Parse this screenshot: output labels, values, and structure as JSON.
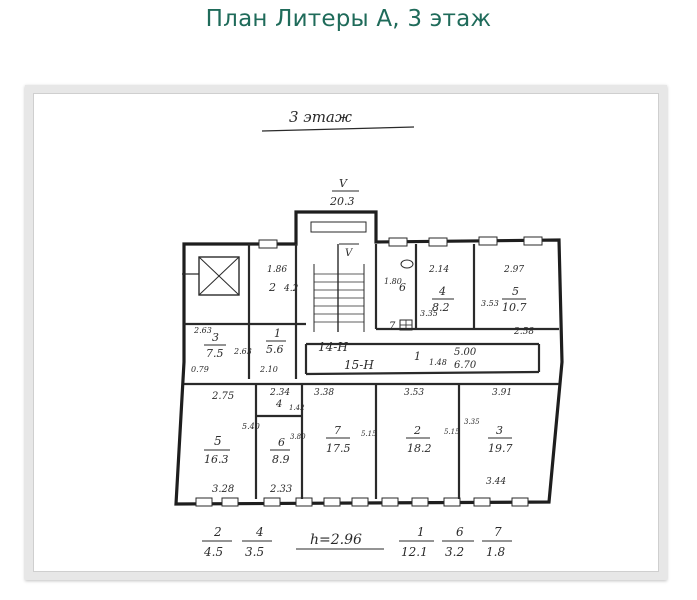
{
  "page": {
    "title": "План Литеры А, 3 этаж"
  },
  "plan": {
    "floor_label": "3 этаж",
    "stair_top": {
      "num": "V",
      "den": "20.3"
    },
    "stair_mid": "V",
    "rooms": {
      "r2_top": {
        "num": "2",
        "den": "4.2",
        "dim": "1.86"
      },
      "r1": {
        "num": "1",
        "den": "5.6"
      },
      "r3": {
        "num": "3",
        "den": "7.5",
        "dim_a": "2.63",
        "dim_b": "2.63",
        "dim_c": "0.79",
        "dim_d": "2.10"
      },
      "corr_14": "14-Н",
      "corr_15": "15-Н",
      "r6_top": {
        "num": "6",
        "dim": "1.80"
      },
      "r7_small": "7",
      "r4_top": {
        "num": "4",
        "den": "8.2",
        "dim": "2.14",
        "side": "3.35"
      },
      "r5_top": {
        "num": "5",
        "den": "10.7",
        "dim": "2.97",
        "side": "3.53",
        "dim_b": "2.58"
      },
      "corr_1": {
        "num": "1",
        "dim_a": "5.00",
        "dim_b": "6.70",
        "dim_c": "1.48"
      },
      "r5_bottom": {
        "num": "5",
        "den": "16.3",
        "top": "2.75",
        "side": "5.40",
        "bottom": "3.28"
      },
      "r4_bottom": {
        "num": "4",
        "top": "2.34",
        "side": "1.42"
      },
      "r6_bottom": {
        "num": "6",
        "den": "8.9",
        "side": "3.80",
        "bottom": "2.33"
      },
      "r7_bottom": {
        "num": "7",
        "den": "17.5",
        "top": "3.38",
        "side": "5.15"
      },
      "r2_bottom": {
        "num": "2",
        "den": "18.2",
        "top": "3.53",
        "side": "5.15"
      },
      "r3_bottom": {
        "num": "3",
        "den": "19.7",
        "top": "3.91",
        "side": "3.35",
        "bottom": "3.44"
      }
    },
    "legend": {
      "f1": {
        "num": "2",
        "den": "4.5"
      },
      "f2": {
        "num": "4",
        "den": "3.5"
      },
      "height": "h=2.96",
      "f3": {
        "num": "1",
        "den": "12.1"
      },
      "f4": {
        "num": "6",
        "den": "3.2"
      },
      "f5": {
        "num": "7",
        "den": "1.8"
      }
    }
  }
}
